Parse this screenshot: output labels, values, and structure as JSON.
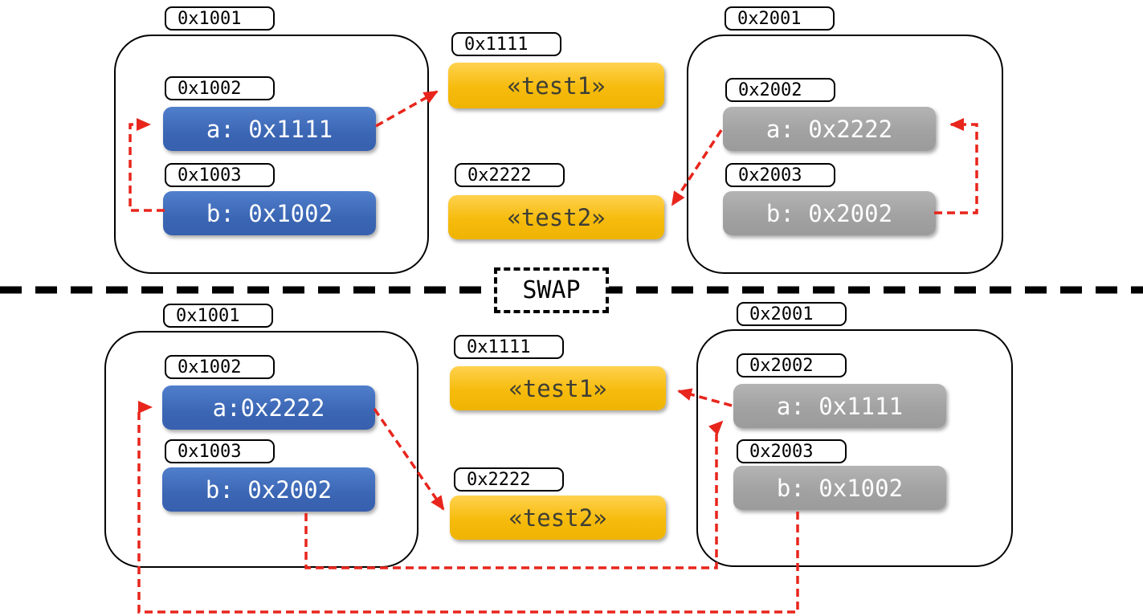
{
  "colors": {
    "box_blue": "#4472c4",
    "box_gray": "#a6a6a6",
    "box_yellow": "#f6bb0c",
    "arrow_red": "#e8251c",
    "outline_black": "#000000"
  },
  "divider": {
    "label": "SWAP"
  },
  "before": {
    "left_struct": {
      "address": "0x1001",
      "fields": [
        {
          "address": "0x1002",
          "label": "a: 0x1111"
        },
        {
          "address": "0x1003",
          "label": "b: 0x1002"
        }
      ]
    },
    "right_struct": {
      "address": "0x2001",
      "fields": [
        {
          "address": "0x2002",
          "label": "a: 0x2222"
        },
        {
          "address": "0x2003",
          "label": "b: 0x2002"
        }
      ]
    },
    "strings": [
      {
        "address": "0x1111",
        "label": "«test1»"
      },
      {
        "address": "0x2222",
        "label": "«test2»"
      }
    ]
  },
  "after": {
    "left_struct": {
      "address": "0x1001",
      "fields": [
        {
          "address": "0x1002",
          "label": "a:0x2222"
        },
        {
          "address": "0x1003",
          "label": "b: 0x2002"
        }
      ]
    },
    "right_struct": {
      "address": "0x2001",
      "fields": [
        {
          "address": "0x2002",
          "label": "a: 0x1111"
        },
        {
          "address": "0x2003",
          "label": "b: 0x1002"
        }
      ]
    },
    "strings": [
      {
        "address": "0x1111",
        "label": "«test1»"
      },
      {
        "address": "0x2222",
        "label": "«test2»"
      }
    ]
  }
}
